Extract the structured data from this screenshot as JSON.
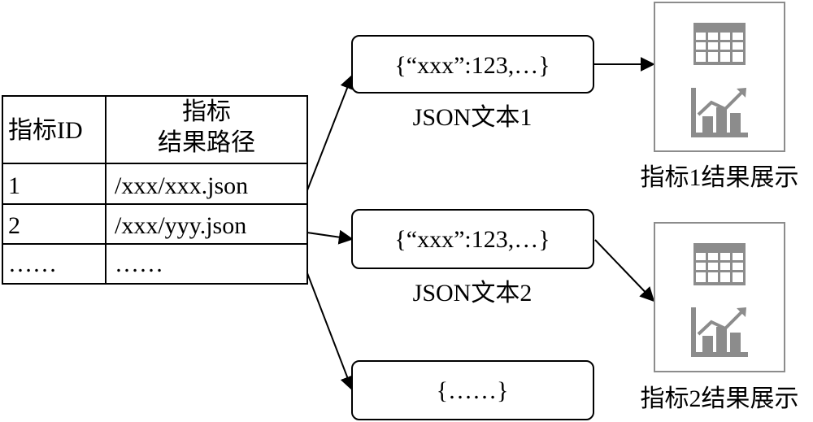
{
  "table": {
    "headers": [
      "指标ID",
      "指标",
      "结果路径"
    ],
    "rows": [
      {
        "id": "1",
        "path": "/xxx/xxx.json"
      },
      {
        "id": "2",
        "path": "/xxx/yyy.json"
      },
      {
        "id": "……",
        "path": "……"
      }
    ]
  },
  "json_boxes": [
    {
      "text": "{“xxx”:123,…}",
      "caption": "JSON文本1"
    },
    {
      "text": "{“xxx”:123,…}",
      "caption": "JSON文本2"
    },
    {
      "text": "{……}",
      "caption": ""
    }
  ],
  "result_panels": [
    {
      "caption": "指标1结果展示",
      "icons": [
        "table-grid-icon",
        "line-bar-chart-icon"
      ]
    },
    {
      "caption": "指标2结果展示",
      "icons": [
        "table-grid-icon",
        "line-bar-chart-icon"
      ]
    }
  ],
  "colors": {
    "stroke": "#000000",
    "panel_border": "#8c8c8c",
    "icon": "#8c8c8c"
  }
}
